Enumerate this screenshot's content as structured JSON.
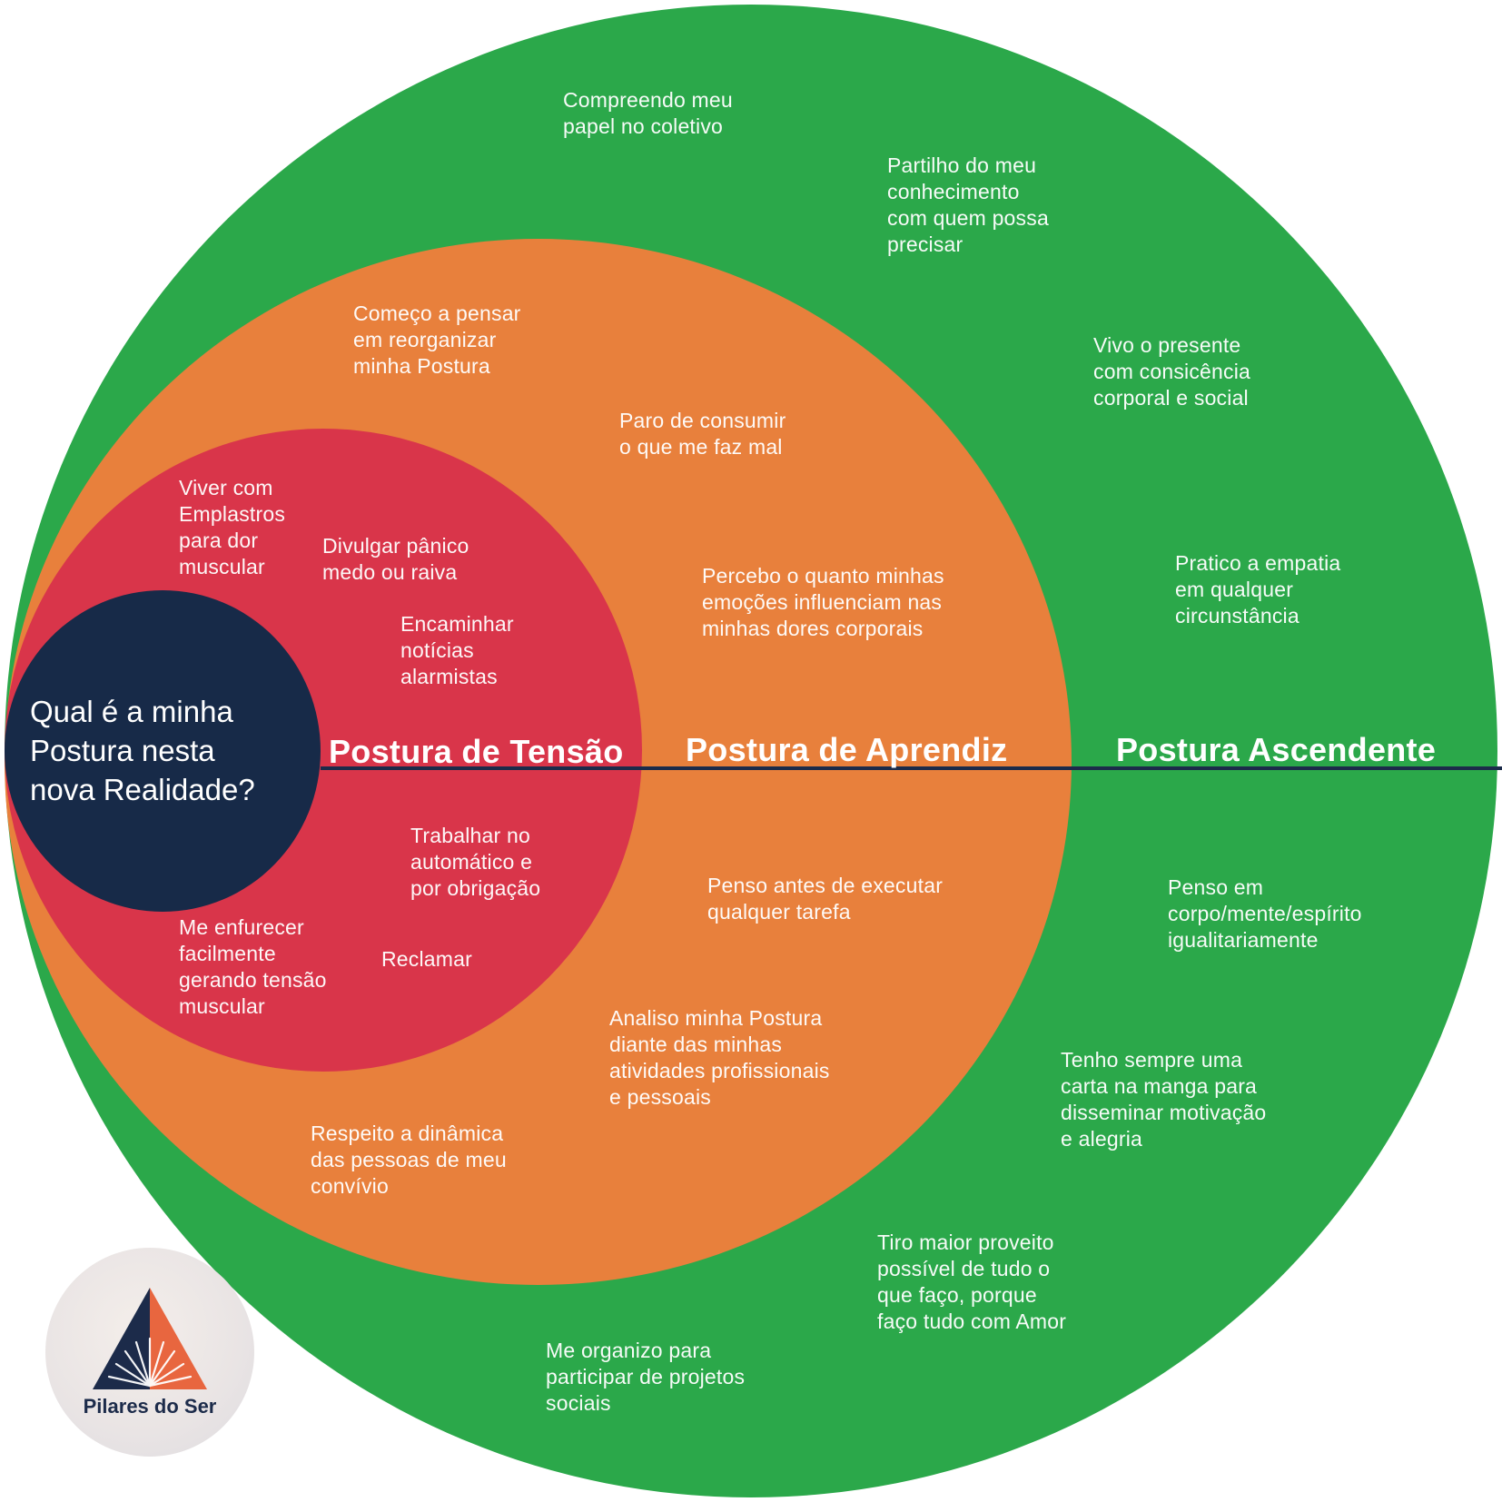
{
  "colors": {
    "green": "#2ba84a",
    "orange": "#e8803c",
    "red": "#d9354a",
    "navy": "#172a48",
    "logo_orange": "#e8663f",
    "logo_navy": "#1c2b4a"
  },
  "center_question": "Qual é a minha\nPostura nesta\nnova Realidade?",
  "zones": {
    "tensao": "Postura de Tensão",
    "aprendiz": "Postura de Aprendiz",
    "ascendente": "Postura Ascendente"
  },
  "items": {
    "red": [
      "Viver com\nEmplastros\npara dor\nmuscular",
      "Divulgar pânico\nmedo ou raiva",
      "Encaminhar\nnotícias\nalarmistas",
      "Trabalhar no\nautomático e\npor obrigação",
      "Me enfurecer\nfacilmente\ngerando tensão\nmuscular",
      "Reclamar"
    ],
    "orange": [
      "Começo a pensar\nem reorganizar\nminha Postura",
      "Paro de consumir\no que me faz mal",
      "Percebo o quanto minhas\nemoções influenciam nas\nminhas dores corporais",
      "Penso antes de executar\nqualquer tarefa",
      "Analiso minha Postura\ndiante das minhas\natividades profissionais\ne pessoais",
      "Respeito a dinâmica\ndas pessoas de meu\nconvívio"
    ],
    "green": [
      "Compreendo meu\npapel no coletivo",
      "Partilho do meu\nconhecimento\ncom quem possa\nprecisar",
      "Vivo o presente\ncom consicência\ncorporal e social",
      "Pratico a empatia\nem qualquer\ncircunstância",
      "Penso em\ncorpo/mente/espírito\nigualitariamente",
      "Tenho sempre uma\ncarta na manga para\ndisseminar motivação\ne alegria",
      "Tiro maior proveito\npossível de tudo o\nque faço, porque\nfaço tudo com Amor",
      "Me organizo para\nparticipar de projetos\nsociais"
    ]
  },
  "logo": {
    "name": "Pilares do Ser",
    "icon": "triangle-sunburst-logo"
  }
}
